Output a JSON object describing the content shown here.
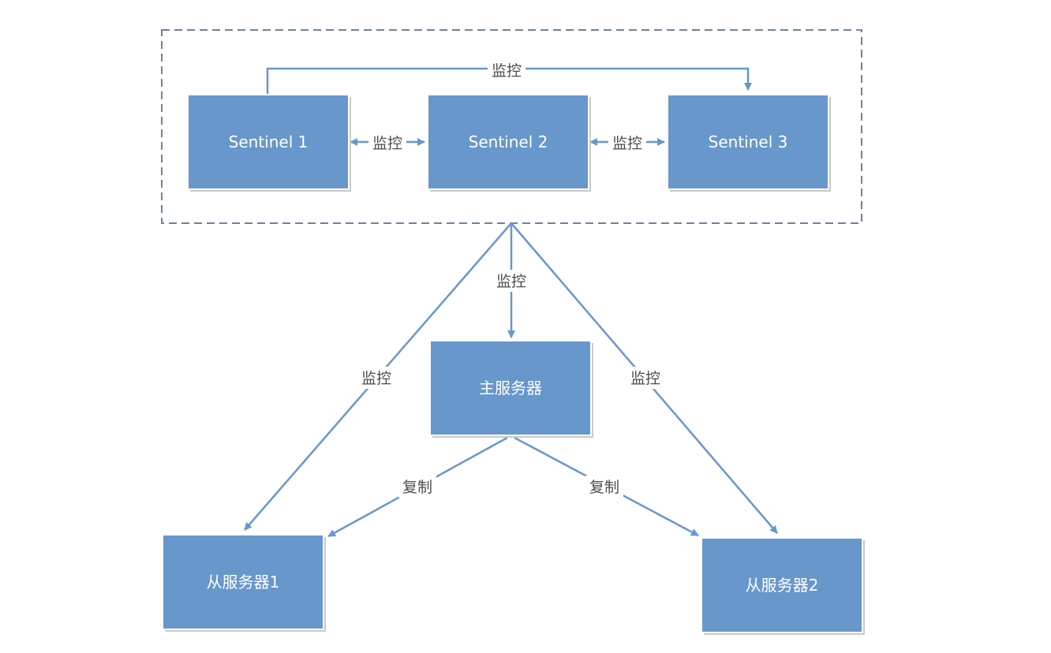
{
  "colors": {
    "node_fill": "#6897cc",
    "edge": "#6897cc",
    "group_border": "#6a84a6",
    "label_text": "#4d4d4d",
    "node_text": "#ffffff"
  },
  "group": {
    "name": "sentinel-group",
    "style": "dashed"
  },
  "nodes": [
    {
      "id": "sentinel1",
      "label": "Sentinel 1"
    },
    {
      "id": "sentinel2",
      "label": "Sentinel 2"
    },
    {
      "id": "sentinel3",
      "label": "Sentinel 3"
    },
    {
      "id": "master",
      "label": "主服务器"
    },
    {
      "id": "slave1",
      "label": "从服务器1"
    },
    {
      "id": "slave2",
      "label": "从服务器2"
    }
  ],
  "edges": [
    {
      "id": "s1-s3",
      "from": "sentinel1",
      "to": "sentinel3",
      "label": "监控",
      "direction": "forward"
    },
    {
      "id": "s1-s2",
      "from": "sentinel1",
      "to": "sentinel2",
      "label": "监控",
      "direction": "both"
    },
    {
      "id": "s2-s3",
      "from": "sentinel2",
      "to": "sentinel3",
      "label": "监控",
      "direction": "both"
    },
    {
      "id": "group-master",
      "from": "sentinel-group",
      "to": "master",
      "label": "监控",
      "direction": "forward"
    },
    {
      "id": "group-slave1",
      "from": "sentinel-group",
      "to": "slave1",
      "label": "监控",
      "direction": "forward"
    },
    {
      "id": "group-slave2",
      "from": "sentinel-group",
      "to": "slave2",
      "label": "监控",
      "direction": "forward"
    },
    {
      "id": "master-slave1",
      "from": "master",
      "to": "slave1",
      "label": "复制",
      "direction": "forward"
    },
    {
      "id": "master-slave2",
      "from": "master",
      "to": "slave2",
      "label": "复制",
      "direction": "forward"
    }
  ]
}
